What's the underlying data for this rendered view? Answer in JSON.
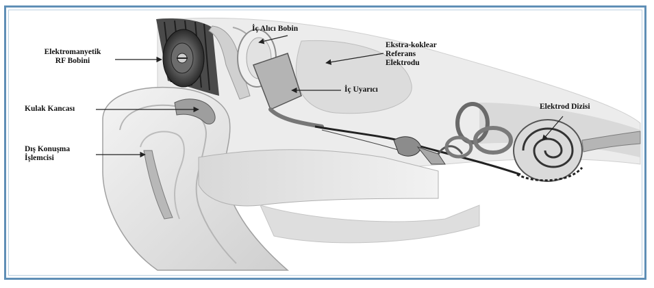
{
  "diagram": {
    "labels": {
      "rf_coil": "Elektromanyetik\nRF Bobini",
      "internal_receiver_coil": "İç Alıcı Bobin",
      "extracochlear_reference": "Ekstra-koklear\nReferans\nElektrodu",
      "internal_stimulator": "İç Uyarıcı",
      "ear_hook": "Kulak Kancası",
      "electrode_array": "Elektrod Dizisi",
      "speech_processor": "Dış Konuşma\nİşlemcisi"
    },
    "colors": {
      "frame": "#5f8fb6",
      "skin": "#e6e6e6",
      "hair": "#3a3a3a",
      "device": "#8a8a8a",
      "line": "#222222"
    }
  }
}
